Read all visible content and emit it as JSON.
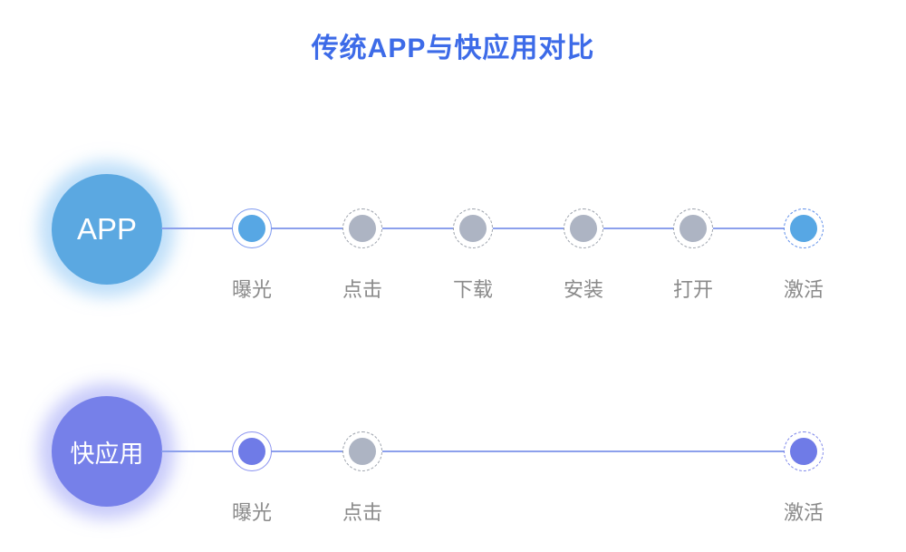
{
  "title": "传统APP与快应用对比",
  "colors": {
    "title-blue": "#3d6be8",
    "app-blue": "#5ba8e1",
    "app-dot": "#57a7e4",
    "quick-purple": "#7680e9",
    "quick-dot": "#6f7be7",
    "gray-dot": "#adb4c3",
    "gray-ring": "#9aa0aa",
    "ring-blue": "#7d99f0",
    "ring-purple": "#8a92f0",
    "dash-blue": "#5c8de9",
    "dash-purple": "#7a84ea",
    "line-color": "#8ca0ec",
    "label-gray": "#8a8a8a"
  },
  "rows": [
    {
      "id": "traditional-app",
      "label": "APP",
      "steps": [
        {
          "label": "曝光",
          "status": "highlighted-solid",
          "slot": 0
        },
        {
          "label": "点击",
          "status": "pending",
          "slot": 1
        },
        {
          "label": "下载",
          "status": "pending",
          "slot": 2
        },
        {
          "label": "安装",
          "status": "pending",
          "slot": 3
        },
        {
          "label": "打开",
          "status": "pending",
          "slot": 4
        },
        {
          "label": "激活",
          "status": "highlighted-dashed",
          "slot": 5
        }
      ]
    },
    {
      "id": "quick-app",
      "label": "快应用",
      "steps": [
        {
          "label": "曝光",
          "status": "highlighted-solid",
          "slot": 0
        },
        {
          "label": "点击",
          "status": "pending",
          "slot": 1
        },
        {
          "label": "激活",
          "status": "highlighted-dashed",
          "slot": 5
        }
      ]
    }
  ]
}
